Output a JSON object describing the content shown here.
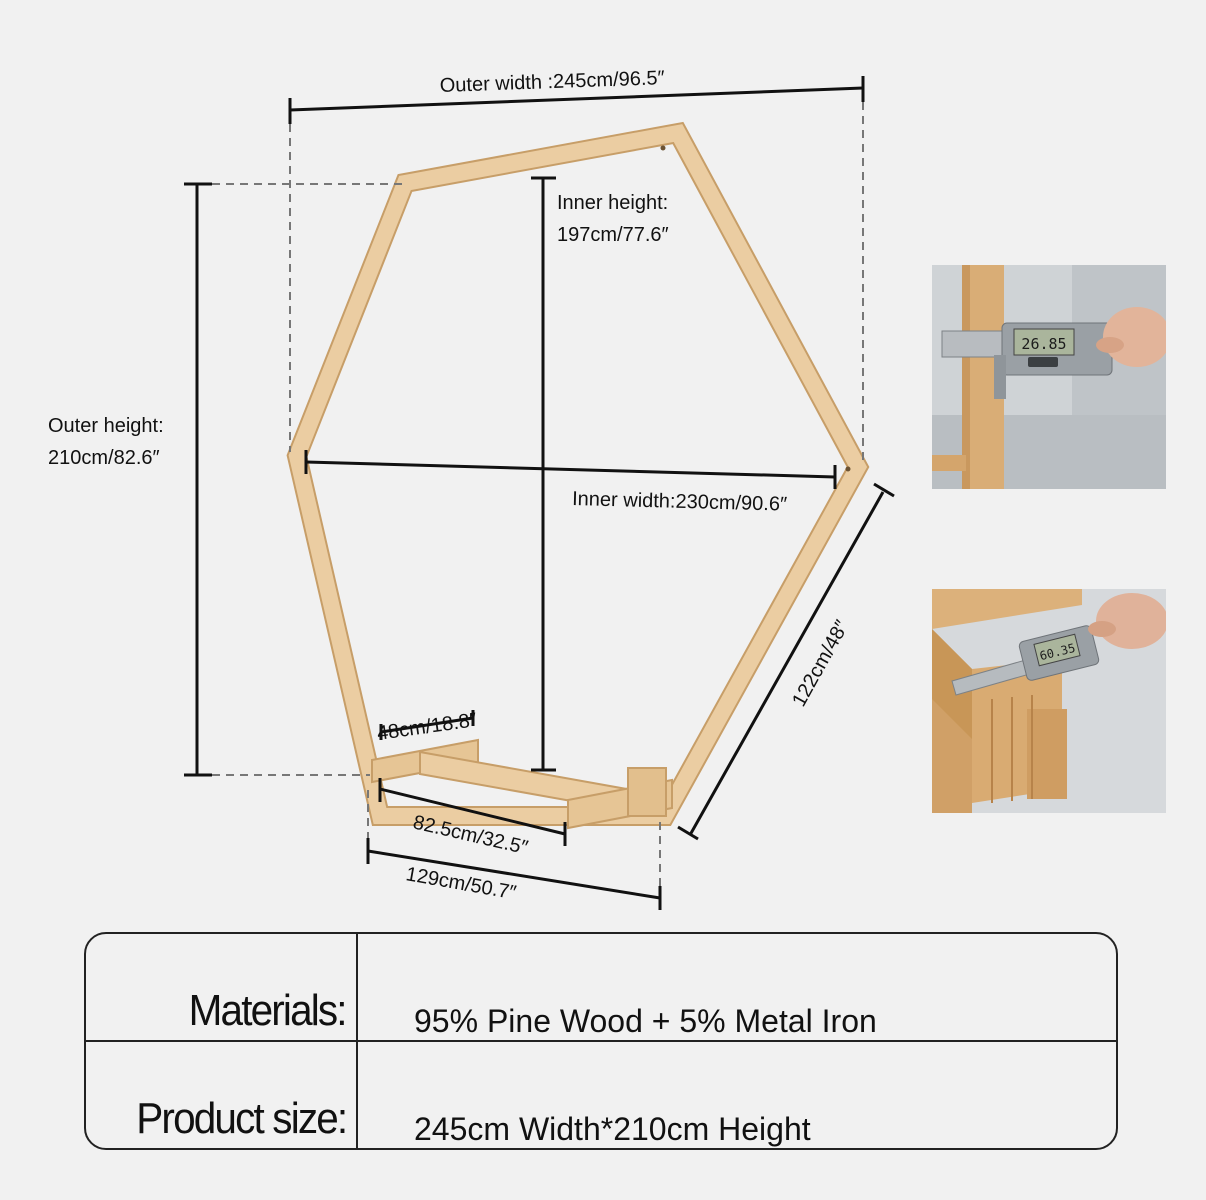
{
  "dimensions": {
    "outer_width": "Outer width :245cm/96.5″",
    "inner_height_line1": "Inner height:",
    "inner_height_line2": "197cm/77.6″",
    "outer_height_line1": "Outer height:",
    "outer_height_line2": "210cm/82.6″",
    "inner_width": "Inner width:230cm/90.6″",
    "side": "122cm/48″",
    "foot_width": "48cm/18.8″",
    "base_inner": "82.5cm/32.5″",
    "base_outer": "129cm/50.7″"
  },
  "photos": {
    "caliper1_reading": "26.85",
    "caliper2_reading": "60.35"
  },
  "specs": [
    {
      "label": "Materials:",
      "value": "95% Pine Wood + 5% Metal Iron"
    },
    {
      "label": "Product size:",
      "value": "245cm Width*210cm Height"
    }
  ],
  "colors": {
    "wood": "#e8c89a",
    "wood_edge": "#c79e68",
    "line": "#111111",
    "background": "#f1f1f1"
  }
}
